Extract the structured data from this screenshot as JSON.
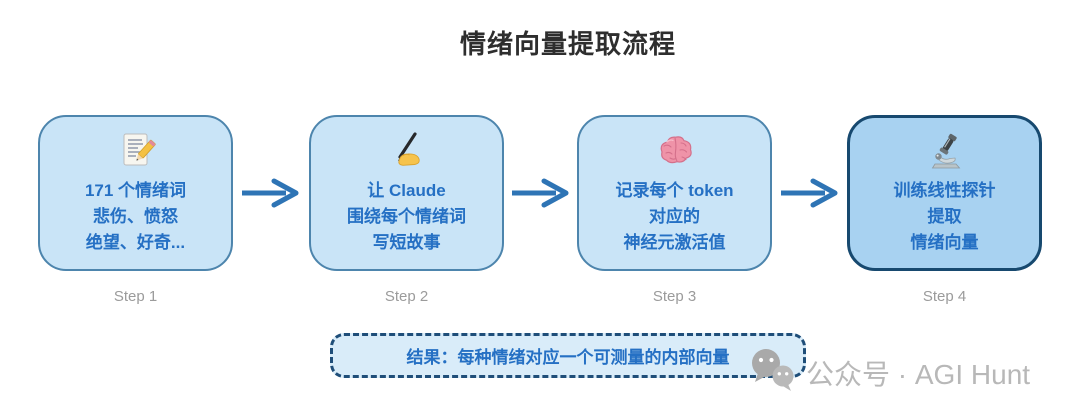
{
  "title": "情绪向量提取流程",
  "steps": [
    {
      "icon": "memo-icon",
      "lines": [
        "171 个情绪词",
        "悲伤、愤怒",
        "绝望、好奇..."
      ],
      "label": "Step 1"
    },
    {
      "icon": "writing-hand-icon",
      "lines": [
        "让 Claude",
        "围绕每个情绪词",
        "写短故事"
      ],
      "label": "Step 2"
    },
    {
      "icon": "brain-icon",
      "lines": [
        "记录每个 token",
        "对应的",
        "神经元激活值"
      ],
      "label": "Step 3"
    },
    {
      "icon": "microscope-icon",
      "lines": [
        "训练线性探针",
        "提取",
        "情绪向量"
      ],
      "label": "Step 4"
    }
  ],
  "result": {
    "text": "结果：每种情绪对应一个可测量的内部向量"
  },
  "watermark": {
    "icon": "wechat-icon",
    "text": "公众号 · AGI Hunt"
  },
  "colors": {
    "box_fill": "#c9e4f7",
    "box_border": "#4d85ad",
    "final_box_fill": "#a8d2f1",
    "final_box_border": "#17496f",
    "accent_text": "#2570c4",
    "arrow": "#2e74b5",
    "step_label": "#9b9b9b",
    "result_fill": "#d9ecf9",
    "result_border": "#1f4e79",
    "title_text": "#2e2e2e",
    "watermark_text": "#b8b8b8"
  }
}
